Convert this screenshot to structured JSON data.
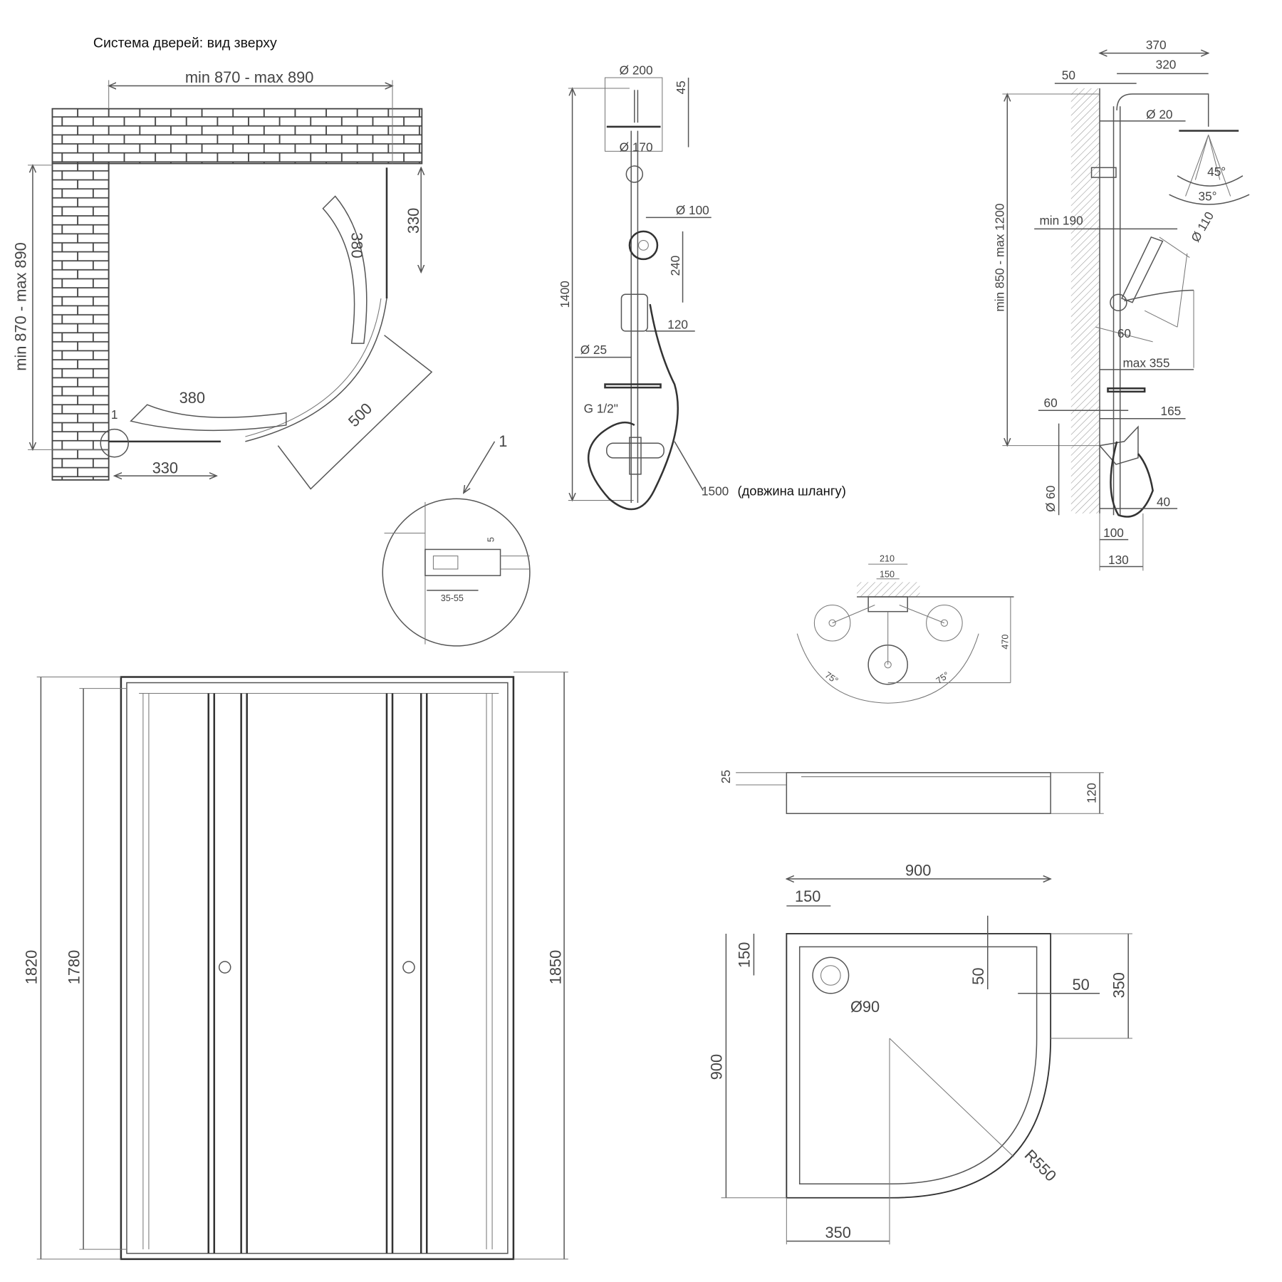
{
  "title": "Система дверей: вид зверху",
  "top_view": {
    "width": "min 870 - max 890",
    "depth": "min 870 - max 890",
    "side_panel_right": "330",
    "side_panel_bottom": "330",
    "door_swing_right": "380",
    "door_swing_bottom": "380",
    "diagonal": "500",
    "callout": "1"
  },
  "detail": {
    "callout": "1",
    "gap": "5",
    "adjust_range": "35-55"
  },
  "shower_front": {
    "head_diameter": "Ø 200",
    "head_height": "45",
    "head_inner": "Ø 170",
    "total_height": "1400",
    "hand_shower": "Ø 100",
    "holder_spacing": "240",
    "holder": "120",
    "rod": "Ø 25",
    "thread": "G 1/2\"",
    "hose_value": "1500",
    "hose_note": "(довжина шлангу)"
  },
  "shower_side": {
    "arm_total": "370",
    "arm": "320",
    "wall_offset": "50",
    "pipe": "Ø 20",
    "angle_outer": "45°",
    "angle_inner": "35°",
    "min_hand": "min 190",
    "hand_diameter": "Ø 110",
    "height_range": "min 850 - max 1200",
    "tilt": "60",
    "max_reach": "max 355",
    "mixer_offset": "60",
    "mixer_depth": "165",
    "escutcheon": "Ø 60",
    "spout_gap": "40",
    "spout_a": "100",
    "spout_b": "130"
  },
  "mixer_top": {
    "outer": "210",
    "inner": "150",
    "depth": "470",
    "angle_left": "75°",
    "angle_right": "75°"
  },
  "tray_side": {
    "rim": "25",
    "height": "120"
  },
  "tray_top": {
    "width": "900",
    "drain_x": "150",
    "drain_y": "150",
    "rim_top": "50",
    "rim_right": "50",
    "straight_right": "350",
    "drain": "Ø90",
    "depth": "900",
    "radius": "R550",
    "straight_bottom": "350"
  },
  "front_view": {
    "height_outer": "1820",
    "height_inner": "1780",
    "height_total": "1850"
  }
}
